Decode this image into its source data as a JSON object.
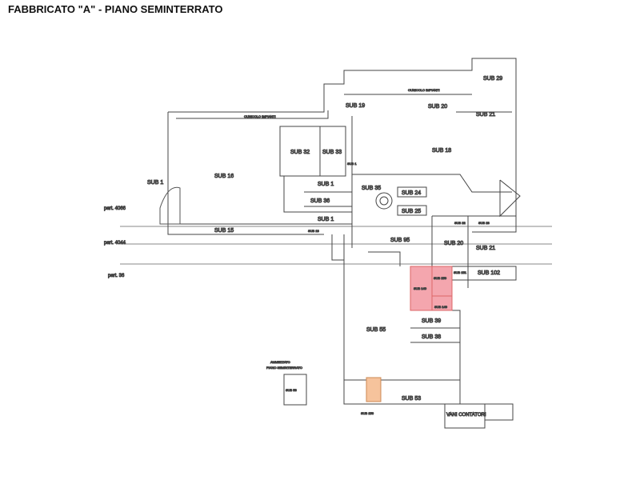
{
  "title": "FABBRICATO \"A\" - PIANO SEMINTERRATO",
  "parcels": [
    "part. 4066",
    "part. 4044",
    "part. 36"
  ],
  "corridors": [
    "CUNICOLO IMPIANTI",
    "CUNICOLO IMPIANTI"
  ],
  "units": {
    "sub29": "SUB 29",
    "sub20a": "SUB 20",
    "sub21a": "SUB 21",
    "sub19": "SUB 19",
    "sub1a": "SUB 1",
    "sub18": "SUB 18",
    "sub32": "SUB 32",
    "sub33": "SUB 33",
    "sub16": "SUB 16",
    "sub1b": "SUB 1",
    "sub35": "SUB 35",
    "sub24": "SUB 24",
    "sub25": "SUB 25",
    "sub36": "SUB 36",
    "sub1c": "SUB 1",
    "sub1d": "SUB 1",
    "sub22": "SUB 22",
    "sub23": "SUB 23",
    "sub15": "SUB 15",
    "sub18b": "SUB 18",
    "sub95": "SUB 95",
    "sub20b": "SUB 20",
    "sub21b": "SUB 21",
    "sub102": "SUB 102",
    "sub151": "SUB 151",
    "sub150": "SUB 150",
    "sub140": "SUB 140",
    "sub149": "SUB 149",
    "sub39": "SUB 39",
    "sub38": "SUB 38",
    "sub55": "SUB 55",
    "sub53": "SUB 53",
    "sub156": "SUB 156",
    "sub56": "SUB 56",
    "vani": "VANI CONTATORI"
  },
  "mezzanine": {
    "line1": "AMMEZZATO",
    "line2": "PIANO SEMINTERRATO"
  },
  "colors": {
    "highlight_red": "#f4a6ae",
    "highlight_orange": "#f6c39c"
  }
}
